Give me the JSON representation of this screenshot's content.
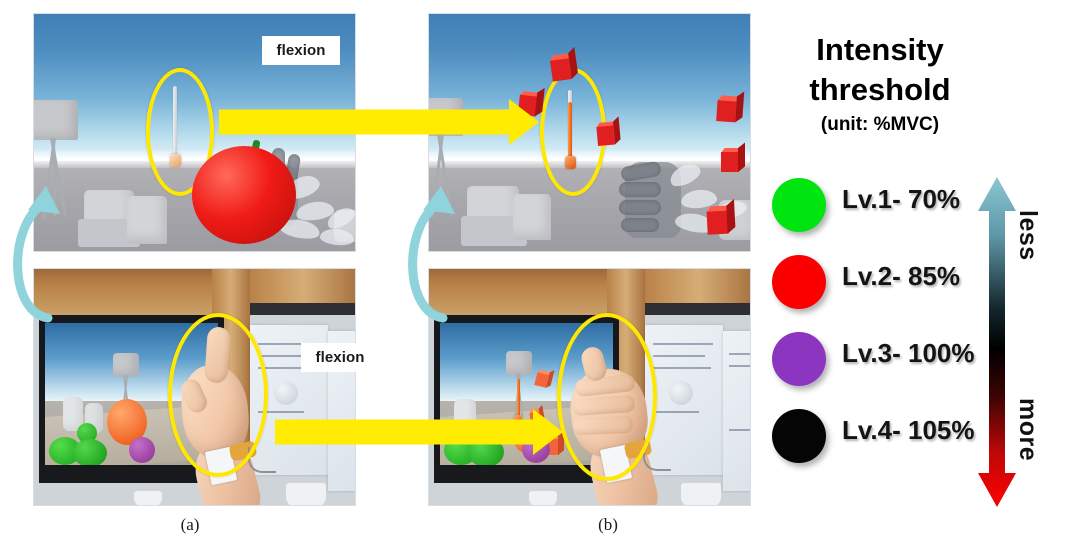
{
  "figure": {
    "captions": [
      {
        "id": "a",
        "text": "(a)"
      },
      {
        "id": "b",
        "text": "(b)"
      }
    ],
    "annotations": {
      "flexion_top": "flexion",
      "flexion_bottom": "flexion",
      "arrow_color": "#ffec00",
      "loop_arrow_color": "#8fd3dd",
      "highlight_ellipse_color": "#ffe800"
    }
  },
  "panels": [
    {
      "id": "panel-a-top",
      "view": "virtual-reality",
      "state": "relaxed",
      "objects": [
        "floor-lamp",
        "armchair",
        "force-gauge",
        "red-apple",
        "virtual-hand"
      ]
    },
    {
      "id": "panel-b-top",
      "view": "virtual-reality",
      "state": "flexed",
      "objects": [
        "floor-lamp",
        "armchair",
        "force-gauge",
        "red-cubes",
        "virtual-hand-fist"
      ]
    },
    {
      "id": "panel-a-bottom",
      "view": "real-world-photo",
      "state": "relaxed",
      "objects": [
        "monitor",
        "cabinet",
        "wall-notes",
        "hand-open",
        "wrist-sensor",
        "mug"
      ]
    },
    {
      "id": "panel-b-bottom",
      "view": "real-world-photo",
      "state": "flexed",
      "objects": [
        "monitor",
        "cabinet",
        "wall-notes",
        "hand-fist",
        "wrist-sensor",
        "mug"
      ]
    }
  ],
  "legend": {
    "title_line_1": "Intensity",
    "title_line_2": "threshold",
    "unit": "(unit: %MVC)",
    "items": [
      {
        "level": "Lv.1",
        "label": "Lv.1- 70%",
        "value": 70,
        "color": "#00e510"
      },
      {
        "level": "Lv.2",
        "label": "Lv.2- 85%",
        "value": 85,
        "color": "#fc0000"
      },
      {
        "level": "Lv.3",
        "label": "Lv.3- 100%",
        "value": 100,
        "color": "#8b35c0"
      },
      {
        "level": "Lv.4",
        "label": "Lv.4- 105%",
        "value": 105,
        "color": "#050505"
      }
    ],
    "gradient_arrow": {
      "top_word": "less",
      "bottom_word": "more",
      "top_color": "#7fc0cc",
      "middle_color": "#000000",
      "bottom_color": "#ff0000"
    }
  }
}
